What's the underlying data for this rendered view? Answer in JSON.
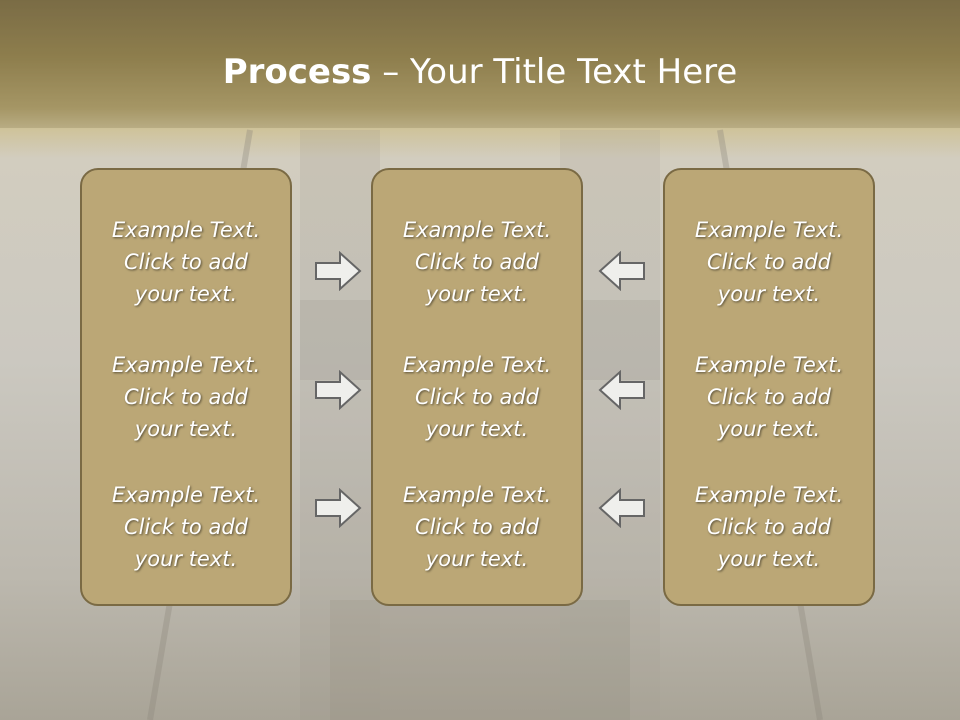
{
  "title": {
    "bold": "Process",
    "rest": " – Your Title Text Here"
  },
  "columns": [
    {
      "items": [
        {
          "l1": "Example Text.",
          "l2": "Click  to add",
          "l3": "your text."
        },
        {
          "l1": "Example Text.",
          "l2": "Click  to add",
          "l3": "your text."
        },
        {
          "l1": "Example Text.",
          "l2": "Click  to add",
          "l3": "your text."
        }
      ]
    },
    {
      "items": [
        {
          "l1": "Example Text.",
          "l2": "Click  to add",
          "l3": "your text."
        },
        {
          "l1": "Example Text.",
          "l2": "Click  to add",
          "l3": "your text."
        },
        {
          "l1": "Example Text.",
          "l2": "Click  to add",
          "l3": "your text."
        }
      ]
    },
    {
      "items": [
        {
          "l1": "Example Text.",
          "l2": "Click  to add",
          "l3": "your text."
        },
        {
          "l1": "Example Text.",
          "l2": "Click  to add",
          "l3": "your text."
        },
        {
          "l1": "Example Text.",
          "l2": "Click  to add",
          "l3": "your text."
        }
      ]
    }
  ],
  "arrows": {
    "left_side": "arrow-right-icon",
    "right_side": "arrow-left-icon"
  },
  "colors": {
    "box_fill": "#bba776",
    "box_border": "#7a6a44",
    "header": "#7a6b45"
  }
}
